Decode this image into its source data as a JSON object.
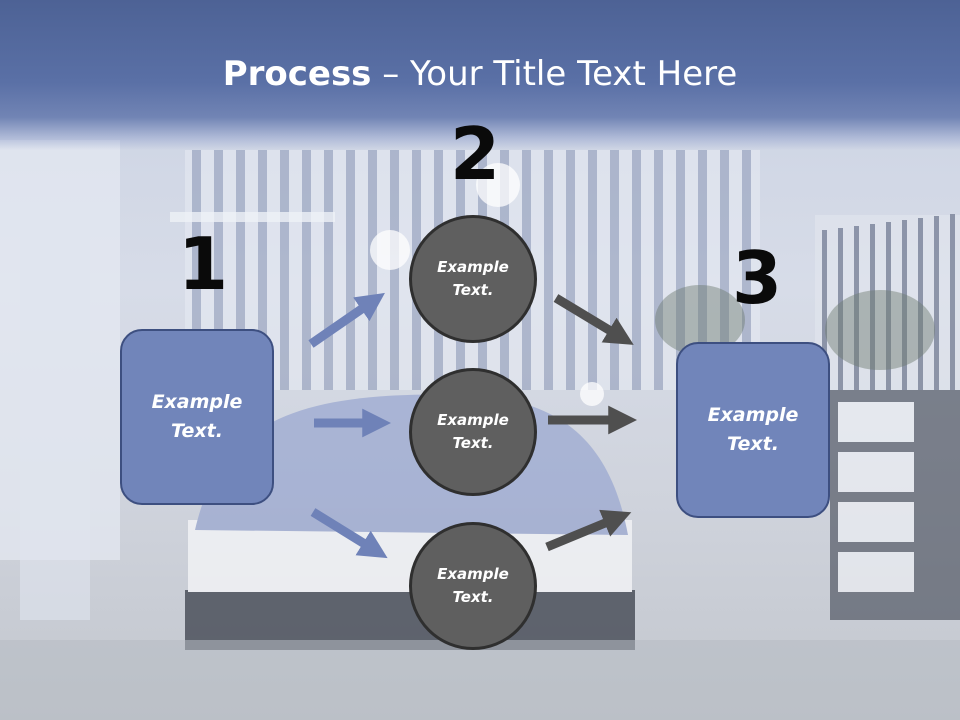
{
  "slide": {
    "title_bold": "Process",
    "title_rest": " – Your Title Text Here"
  },
  "steps": {
    "one": "1",
    "two": "2",
    "three": "3"
  },
  "left_box": {
    "text": "Example\nText."
  },
  "right_box": {
    "text": "Example\nText."
  },
  "circles": [
    {
      "text": "Example\nText."
    },
    {
      "text": "Example\nText."
    },
    {
      "text": "Example\nText."
    }
  ],
  "colors": {
    "box_fill": "#7185ba",
    "box_border": "#3d4f80",
    "circle_fill": "#5f5f5f",
    "circle_border": "#2f2f2f",
    "arrow_blue": "#6f82b8",
    "arrow_gray": "#4f4f4f",
    "title_band": "#5a70a6"
  }
}
